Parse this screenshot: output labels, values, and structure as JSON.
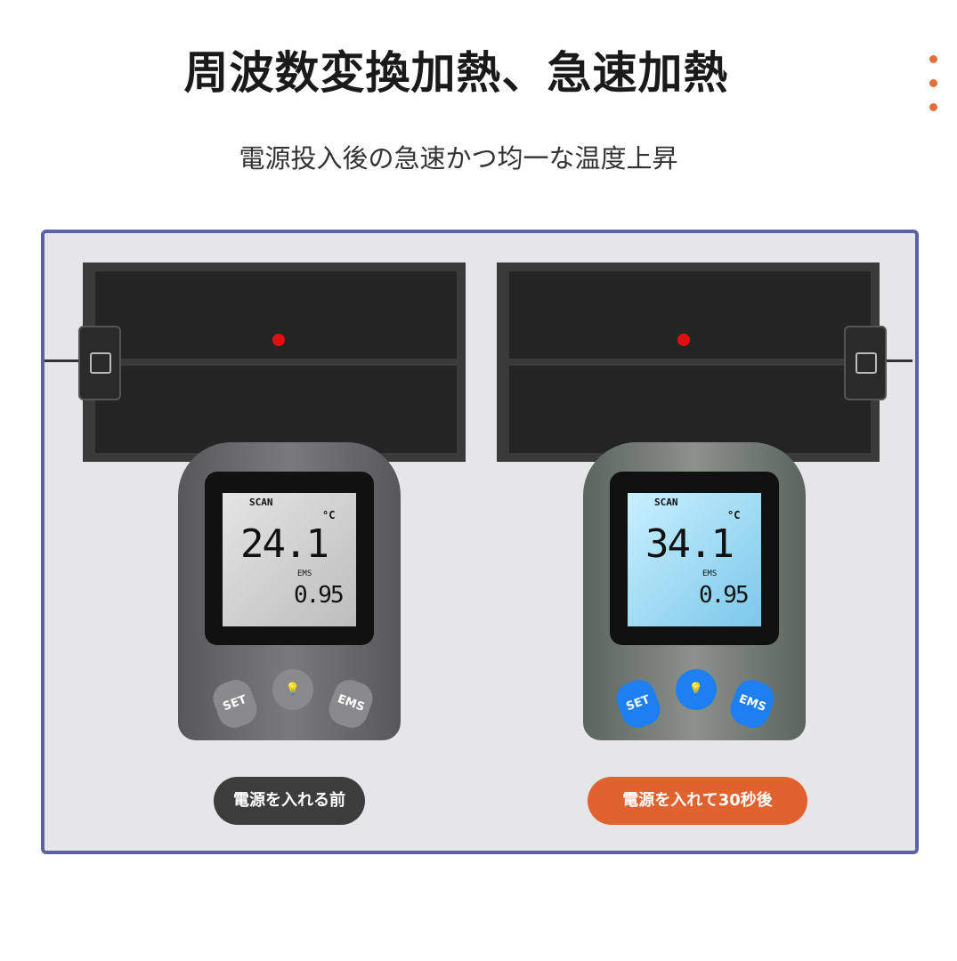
{
  "header": {
    "title": "周波数変換加熱、急速加熱",
    "subtitle": "電源投入後の急速かつ均一な温度上昇"
  },
  "colors": {
    "accent": "#e0622e",
    "frame": "#5b62a2",
    "before_pill": "#3d3d3d"
  },
  "comparison": [
    {
      "label": "電源を入れる前",
      "reading": {
        "mode": "SCAN",
        "temperature": "24.1",
        "unit": "°C",
        "ems_label": "EMS",
        "emissivity": "0.95"
      },
      "buttons": {
        "left": "SET",
        "right": "EMS"
      },
      "backlight": "off"
    },
    {
      "label": "電源を入れて30秒後",
      "reading": {
        "mode": "SCAN",
        "temperature": "34.1",
        "unit": "°C",
        "ems_label": "EMS",
        "emissivity": "0.95"
      },
      "buttons": {
        "left": "SET",
        "right": "EMS"
      },
      "backlight": "on"
    }
  ]
}
